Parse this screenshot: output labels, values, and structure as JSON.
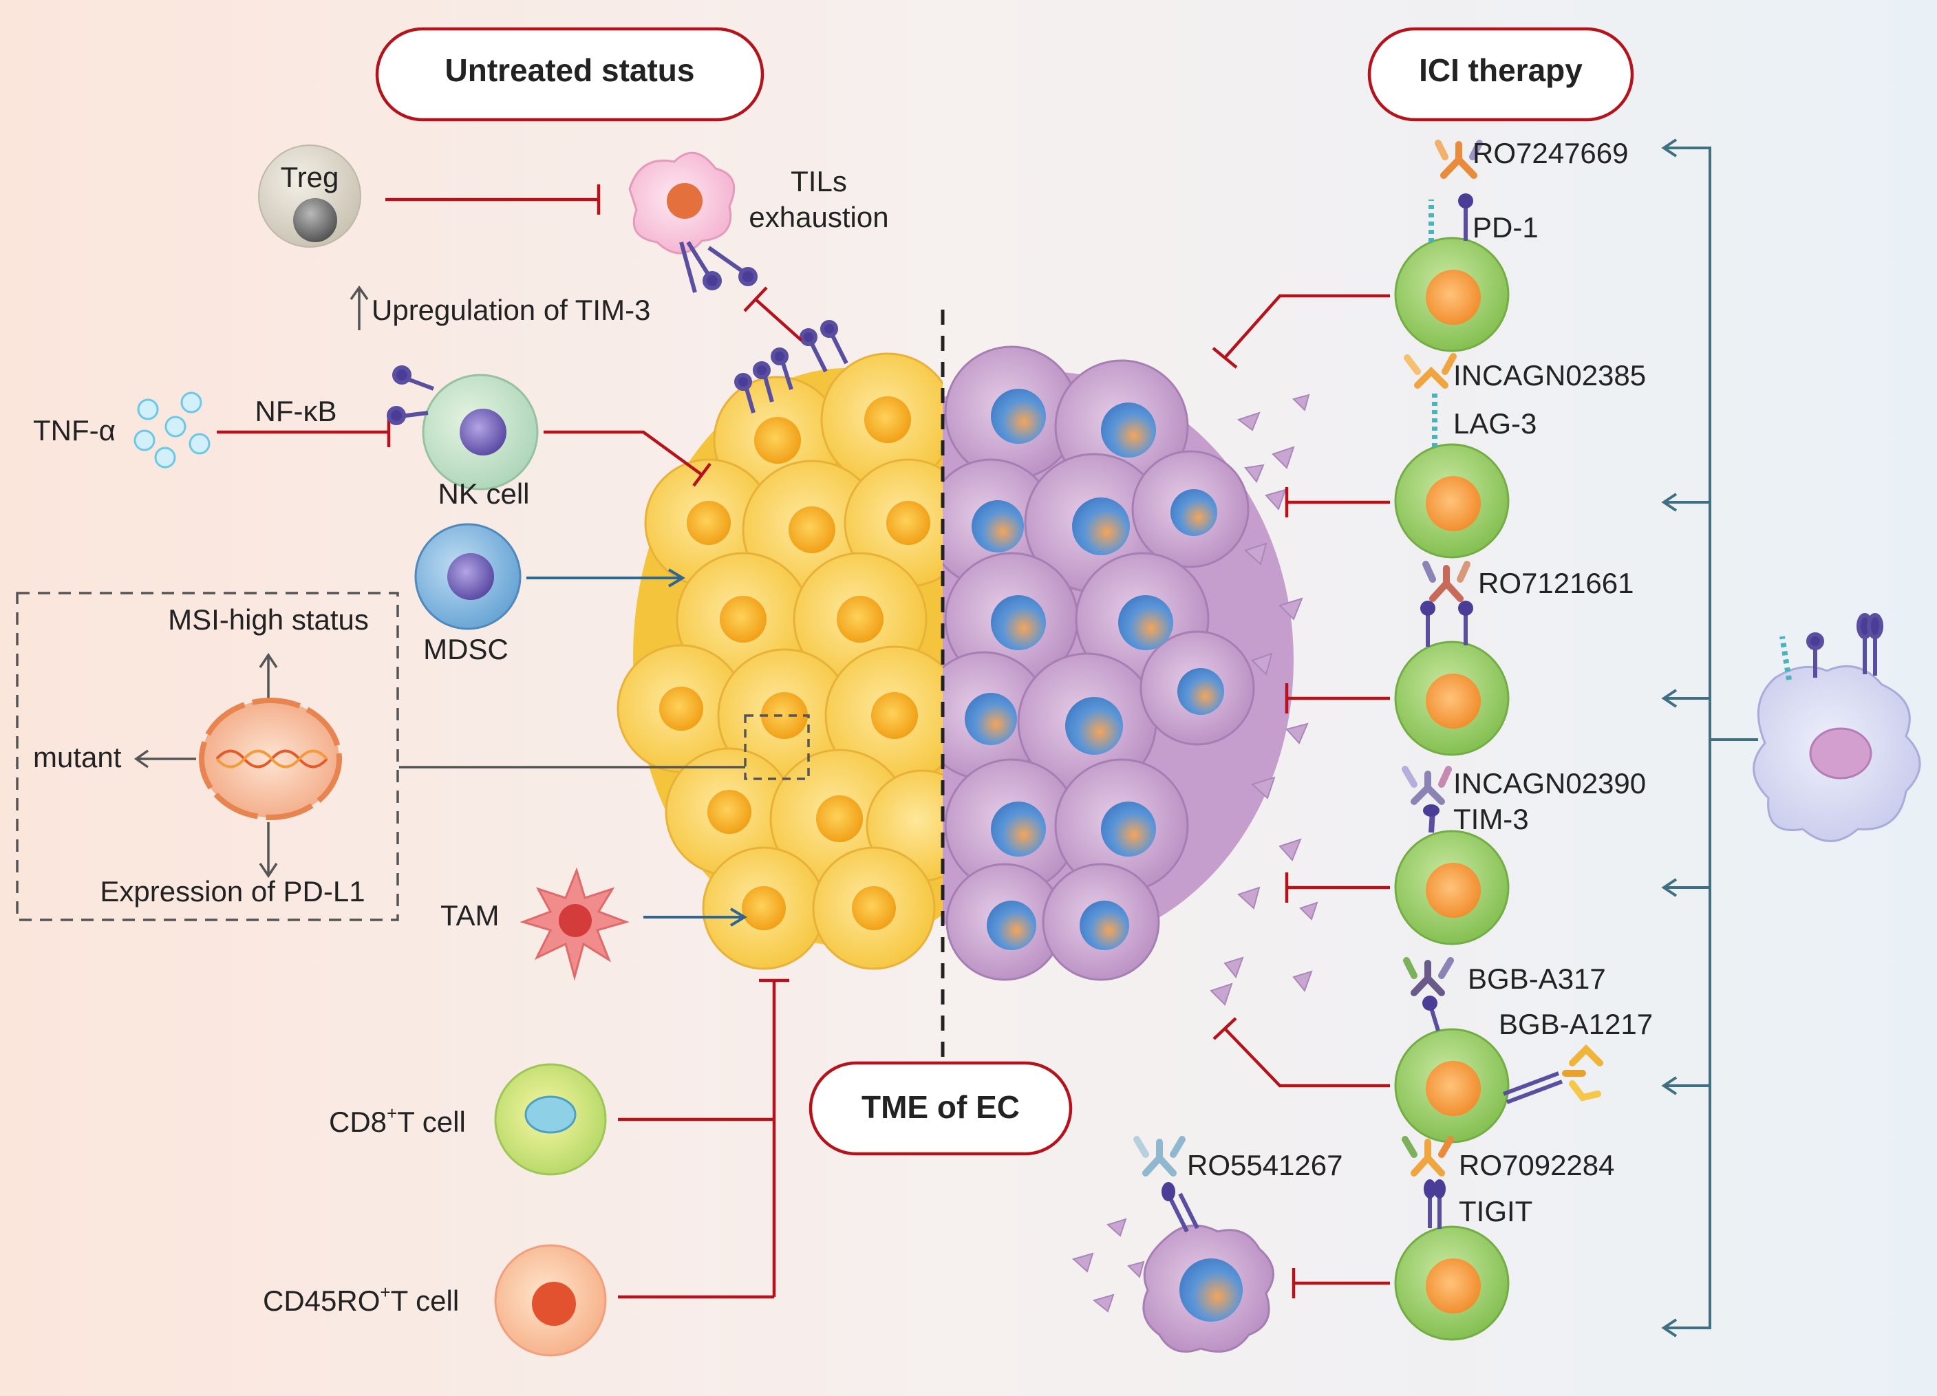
{
  "headers": {
    "untreated": "Untreated status",
    "ici": "ICI therapy",
    "tme": "TME of EC"
  },
  "left": {
    "treg": "Treg",
    "tils_line1": "TILs",
    "tils_line2": "exhaustion",
    "tim3_up": "Upregulation of TIM-3",
    "tnf": "TNF-α",
    "nfkb": "NF-κB",
    "nk": "NK cell",
    "mdsc": "MDSC",
    "msi": "MSI-high status",
    "mutant": "mutant",
    "pdl1": "Expression of PD-L1",
    "tam": "TAM",
    "cd8_main": "CD8",
    "cd8_sup": "+",
    "cd8_rest": "T cell",
    "cd45_main": "CD45RO",
    "cd45_sup": "+",
    "cd45_rest": "T cell"
  },
  "right": {
    "ro7247669": "RO7247669",
    "pd1": "PD-1",
    "incagn02385": "INCAGN02385",
    "lag3": "LAG-3",
    "ro7121661": "RO7121661",
    "incagn02390": "INCAGN02390",
    "tim3": "TIM-3",
    "bgb_a317": "BGB-A317",
    "bgb_a1217": "BGB-A1217",
    "ro7092284": "RO7092284",
    "tigit": "TIGIT",
    "ro5541267": "RO5541267"
  },
  "colors": {
    "inhibit": "#b5121b",
    "activate": "#2e6690",
    "tcell": "#9ccf6a",
    "tumor_yellow": "#f7cc4a",
    "tumor_purple": "#c9a3cf"
  }
}
